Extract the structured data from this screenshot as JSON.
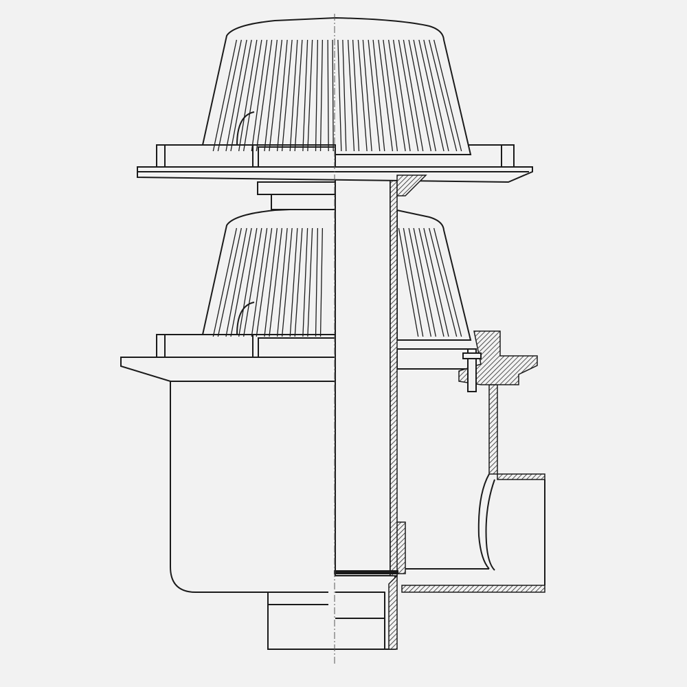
{
  "drawing": {
    "colors": {
      "background": "#f2f2f2",
      "line": "#1a1a1a"
    },
    "components": [
      "upper-dome-strainer",
      "upper-flange",
      "extension-pipe",
      "lower-dome-strainer",
      "lower-flange",
      "drain-body",
      "side-outlet",
      "bottom-outlet",
      "clamp-bolt"
    ]
  }
}
